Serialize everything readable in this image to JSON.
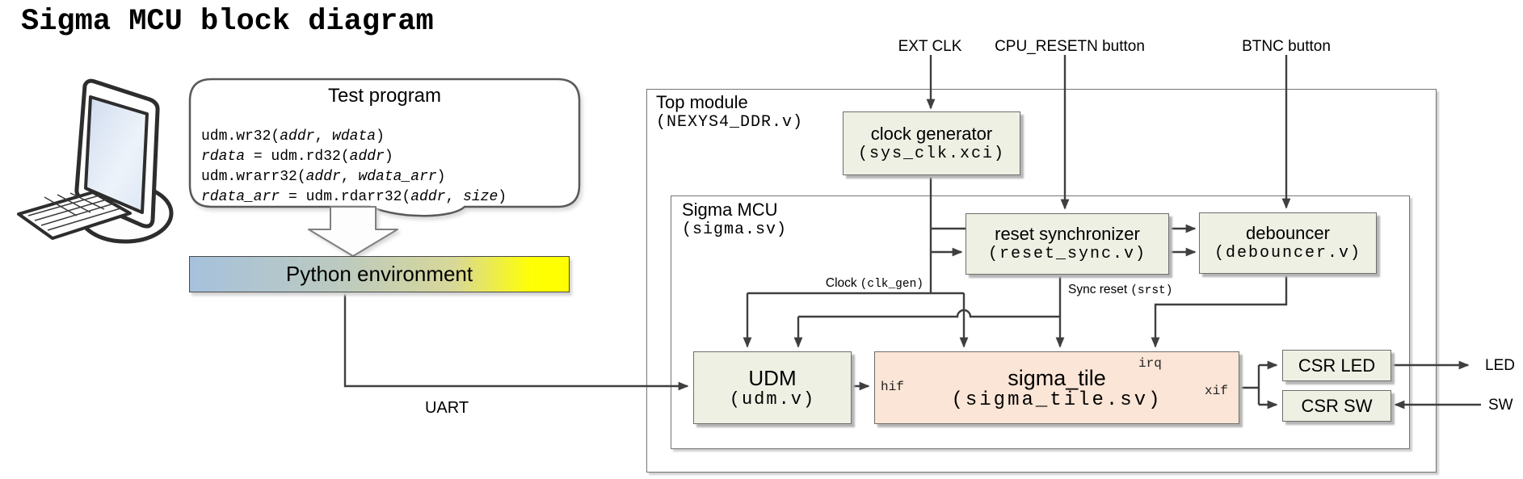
{
  "title": "Sigma MCU block diagram",
  "icons": {
    "workstation": "desktop-computer"
  },
  "test_program": {
    "title": "Test program",
    "lines": [
      [
        {
          "t": "udm.wr32(",
          "it": false
        },
        {
          "t": "addr",
          "it": true
        },
        {
          "t": ", ",
          "it": false
        },
        {
          "t": "wdata",
          "it": true
        },
        {
          "t": ")",
          "it": false
        }
      ],
      [
        {
          "t": "rdata",
          "it": true
        },
        {
          "t": " = udm.rd32(",
          "it": false
        },
        {
          "t": "addr",
          "it": true
        },
        {
          "t": ")",
          "it": false
        }
      ],
      [
        {
          "t": "udm.wrarr32(",
          "it": false
        },
        {
          "t": "addr",
          "it": true
        },
        {
          "t": ", ",
          "it": false
        },
        {
          "t": "wdata_arr",
          "it": true
        },
        {
          "t": ")",
          "it": false
        }
      ],
      [
        {
          "t": "rdata_arr",
          "it": true
        },
        {
          "t": " = udm.rdarr32(",
          "it": false
        },
        {
          "t": "addr",
          "it": true
        },
        {
          "t": ", ",
          "it": false
        },
        {
          "t": "size",
          "it": true
        },
        {
          "t": ")",
          "it": false
        }
      ]
    ]
  },
  "python_env": {
    "label": "Python environment"
  },
  "signals": {
    "ext_clk": "EXT CLK",
    "cpu_resetn": "CPU_RESETN button",
    "btnc": "BTNC button",
    "uart": "UART",
    "led": "LED",
    "sw": "SW"
  },
  "nets": {
    "clock": {
      "label": "Clock",
      "signal": "(clk_gen)"
    },
    "sync_reset": {
      "label": "Sync reset",
      "signal": "(srst)"
    }
  },
  "top_module": {
    "name": "Top module",
    "file": "(NEXYS4_DDR.v)"
  },
  "sigma_mcu": {
    "name": "Sigma MCU",
    "file": "(sigma.sv)"
  },
  "blocks": {
    "clock_generator": {
      "name": "clock generator",
      "file": "(sys_clk.xci)"
    },
    "reset_synchronizer": {
      "name": "reset synchronizer",
      "file": "(reset_sync.v)"
    },
    "debouncer": {
      "name": "debouncer",
      "file": "(debouncer.v)"
    },
    "udm": {
      "name": "UDM",
      "file": "(udm.v)"
    },
    "sigma_tile": {
      "name": "sigma_tile",
      "file": "(sigma_tile.sv)",
      "ports": {
        "hif": "hif",
        "irq": "irq",
        "xif": "xif"
      }
    },
    "csr_led": {
      "name": "CSR LED"
    },
    "csr_sw": {
      "name": "CSR SW"
    }
  },
  "colors": {
    "block_fill": "#edf0e3",
    "sigma_tile_fill": "#fbe5d6",
    "wire": "#3f3f3f",
    "python_gradient_start": "#a6c1dc",
    "python_gradient_end": "#ffff00"
  }
}
